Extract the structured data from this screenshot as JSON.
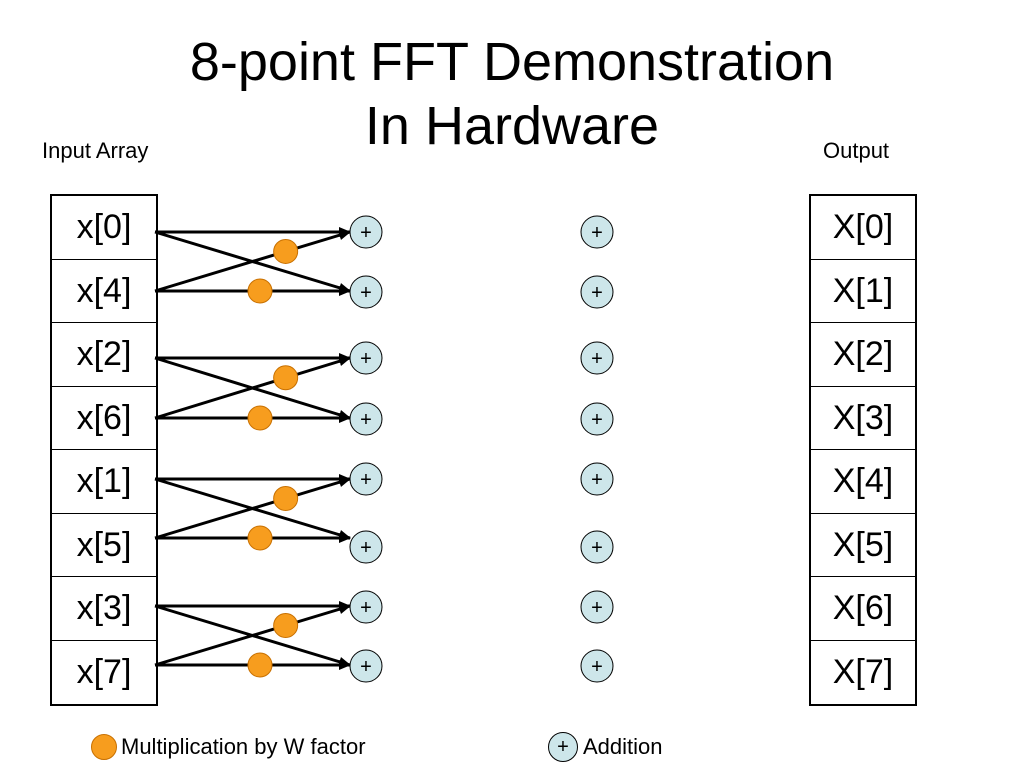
{
  "title": {
    "line1": "8-point FFT Demonstration",
    "line2": "In Hardware"
  },
  "input_label": "Input Array",
  "output_label": "Output",
  "inputs": [
    "x[0]",
    "x[4]",
    "x[2]",
    "x[6]",
    "x[1]",
    "x[5]",
    "x[3]",
    "x[7]"
  ],
  "outputs": [
    "X[0]",
    "X[1]",
    "X[2]",
    "X[3]",
    "X[4]",
    "X[5]",
    "X[6]",
    "X[7]"
  ],
  "adder_symbol": "+",
  "legend": {
    "multiplication": "Multiplication by W factor",
    "addition": "Addition",
    "adder_symbol": "+"
  },
  "colors": {
    "multiplier": "#f79d1e",
    "adder": "#cde6ea",
    "line": "#000000"
  }
}
